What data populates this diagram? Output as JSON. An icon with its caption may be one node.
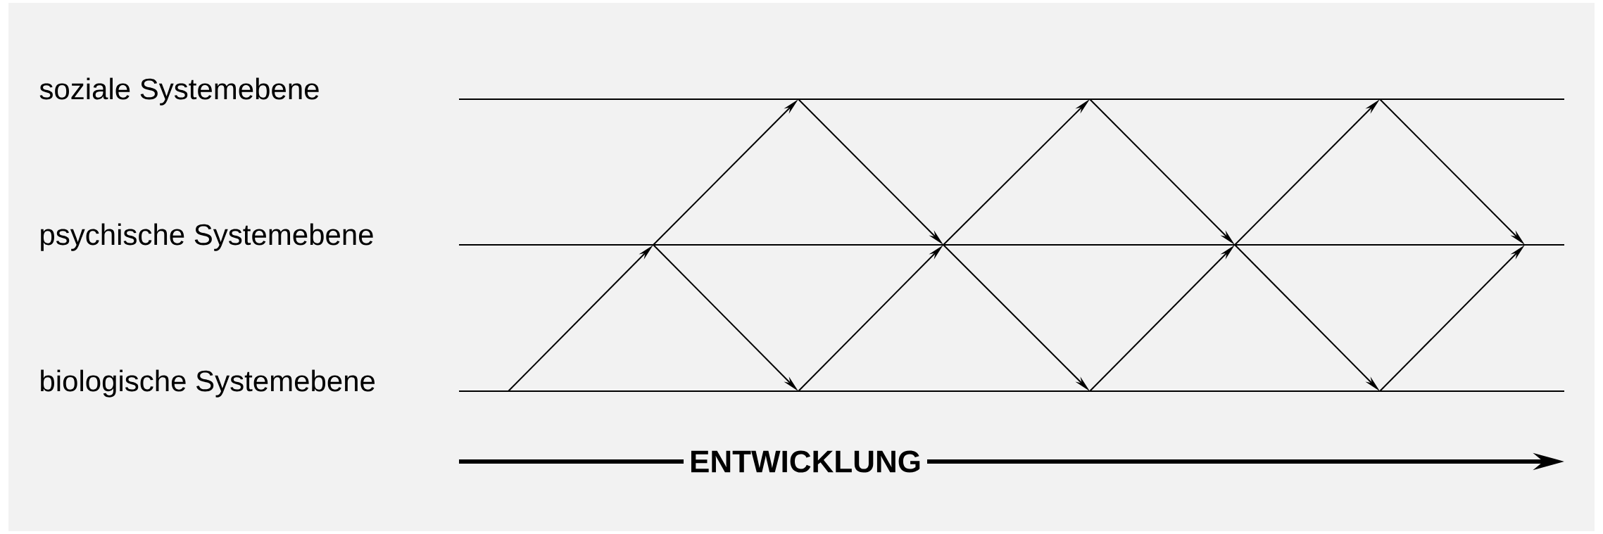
{
  "diagram": {
    "nodes": [
      {
        "text": [
          "soziale Systemebene"
        ]
      },
      {
        "text": [
          "psychische Systemebene"
        ]
      },
      {
        "text": [
          "biologische Systemebene"
        ]
      }
    ],
    "edges": [
      {
        "from": 2,
        "to": 1,
        "arrow": "to"
      },
      {
        "from": 1,
        "to": 0,
        "arrow": "to"
      },
      {
        "from": 1,
        "to": 2,
        "arrow": "to"
      },
      {
        "from": 0,
        "to": 1,
        "arrow": "to"
      },
      {
        "from": 2,
        "to": 1,
        "arrow": "to"
      },
      {
        "from": 1,
        "to": 0,
        "arrow": "to"
      },
      {
        "from": 1,
        "to": 2,
        "arrow": "to"
      },
      {
        "from": 0,
        "to": 1,
        "arrow": "to"
      },
      {
        "from": 2,
        "to": 1,
        "arrow": "to"
      },
      {
        "from": 1,
        "to": 0,
        "arrow": "to"
      },
      {
        "from": 1,
        "to": 2,
        "arrow": "to"
      },
      {
        "from": 0,
        "to": 1,
        "arrow": "to"
      },
      {
        "from": 2,
        "to": 1,
        "arrow": "to"
      }
    ],
    "labels": [
      "ENTWICKLUNG"
    ]
  }
}
